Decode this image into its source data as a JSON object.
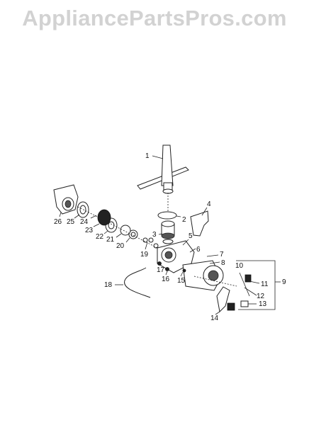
{
  "watermark": "AppliancePartsPros.com",
  "labels": {
    "p1": "1",
    "p2": "2",
    "p3": "3",
    "p4": "4",
    "p5": "5",
    "p6": "6",
    "p7": "7",
    "p8": "8",
    "p9": "9",
    "p10": "10",
    "p11": "11",
    "p12": "12",
    "p13": "13",
    "p14": "14",
    "p15": "15",
    "p16": "16",
    "p17": "17",
    "p18": "18",
    "p19": "19",
    "p20": "20",
    "p21": "21",
    "p22": "22",
    "p23": "23",
    "p24": "24",
    "p25": "25",
    "p26": "26"
  }
}
